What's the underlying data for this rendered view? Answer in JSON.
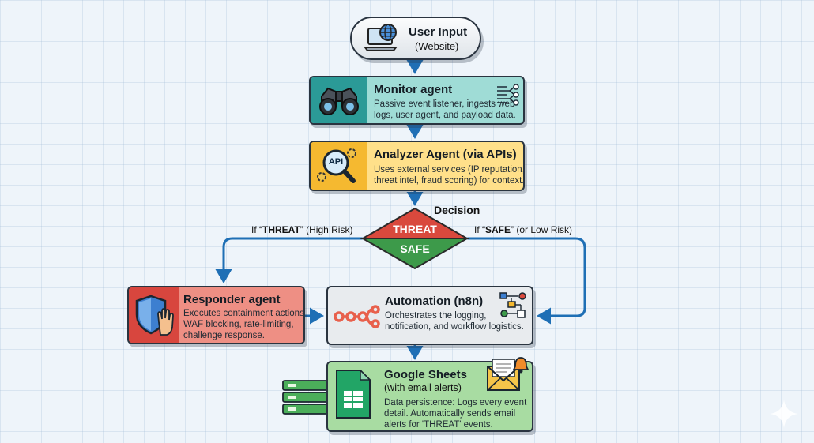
{
  "user_input": {
    "title": "User Input",
    "subtitle": "(Website)"
  },
  "monitor": {
    "title": "Monitor agent",
    "desc": [
      "Passive event listener, ingests web",
      "logs, user agent, and payload data."
    ]
  },
  "analyzer": {
    "title": "Analyzer Agent (via APIs)",
    "desc": [
      "Uses external services (IP reputation,",
      "threat intel, fraud scoring) for context."
    ],
    "icon_text": "API"
  },
  "decision": {
    "label": "Decision",
    "threat": "THREAT",
    "safe": "SAFE",
    "left_branch": {
      "prefix": "If “",
      "keyword": "THREAT",
      "suffix": "” (High Risk)"
    },
    "right_branch": {
      "prefix": "If “",
      "keyword": "SAFE",
      "suffix": "” (or Low Risk)"
    }
  },
  "responder": {
    "title": "Responder agent",
    "desc": [
      "Executes containment actions:",
      "WAF blocking, rate-limiting,",
      "challenge response."
    ]
  },
  "automation": {
    "title": "Automation (n8n)",
    "desc": [
      "Orchestrates the logging,",
      "notification, and workflow logistics."
    ]
  },
  "sheets": {
    "title": "Google Sheets",
    "subtitle": "(with email alerts)",
    "desc": [
      "Data persistence: Logs every event",
      "detail. Automatically sends email",
      "alerts for 'THREAT' events."
    ]
  },
  "colors": {
    "arrow": "#1f6fb5",
    "monitor": "#9fdcd6",
    "analyzer": "#ffe08a",
    "responder": "#ee8f84",
    "automation": "#e8ebee",
    "sheets": "#a8dca2",
    "threat": "#d9493d",
    "safe": "#3d9a4a"
  },
  "icons": [
    "laptop-globe-icon",
    "binoculars-icon",
    "network-nodes-icon",
    "api-magnifier-icon",
    "shield-hand-icon",
    "n8n-logo-icon",
    "workflow-icon",
    "spreadsheet-icon",
    "server-stack-icon",
    "email-bell-icon",
    "sparkle-icon"
  ]
}
